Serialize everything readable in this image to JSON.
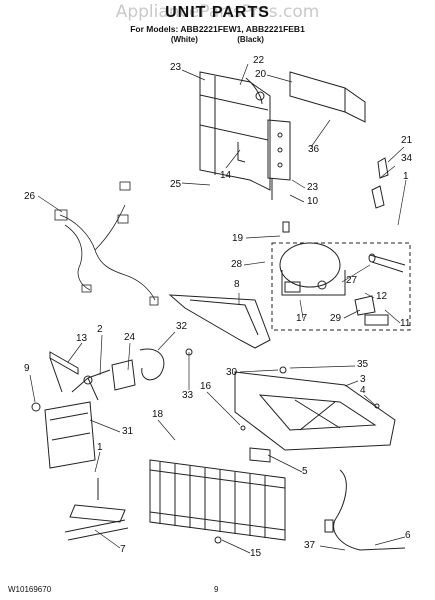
{
  "watermark": "AppliancePartsPros.com",
  "title": "UNIT PARTS",
  "models_line": "For Models: ABB2221FEW1, ABB2221FEB1",
  "variant_white": "(White)",
  "variant_black": "(Black)",
  "callouts": [
    "22",
    "23",
    "20",
    "36",
    "21",
    "34",
    "14",
    "25",
    "23",
    "10",
    "1",
    "26",
    "19",
    "28",
    "27",
    "12",
    "8",
    "29",
    "17",
    "11",
    "13",
    "2",
    "24",
    "32",
    "9",
    "33",
    "30",
    "35",
    "3",
    "16",
    "4",
    "18",
    "31",
    "5",
    "1",
    "6",
    "15",
    "7",
    "37"
  ],
  "footer": {
    "doc_number": "W10169670",
    "page_number": "9"
  }
}
